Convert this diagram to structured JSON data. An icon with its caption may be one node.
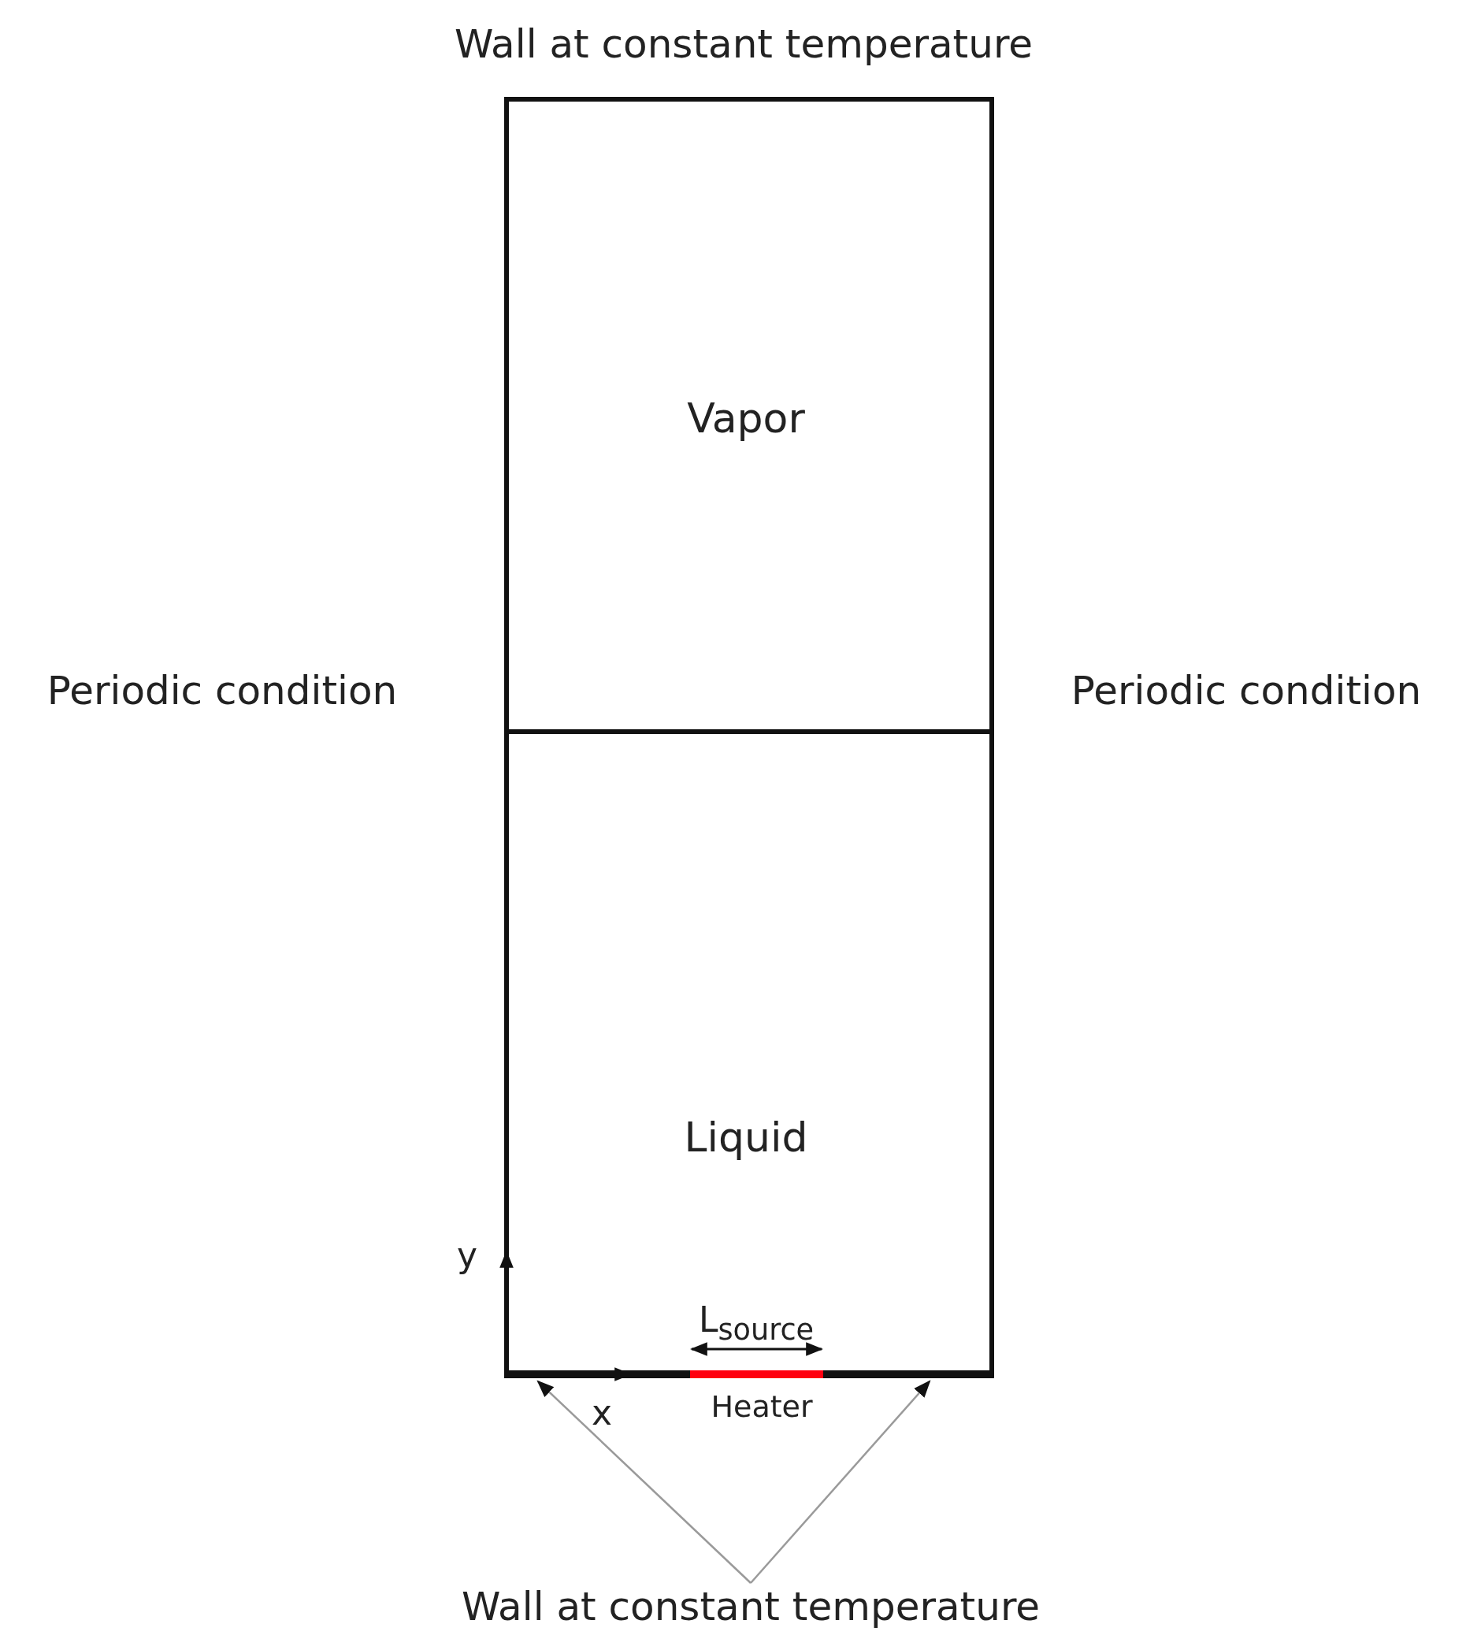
{
  "diagram": {
    "nodes": [
      {
        "text": [
          "Vapor"
        ]
      },
      {
        "text": [
          "Liquid"
        ]
      },
      {
        "text": [
          "Heater"
        ]
      },
      {
        "text": [
          "Wall at constant temperature"
        ]
      },
      {
        "text": [],
        "shape": "bar"
      },
      {
        "text": [],
        "shape": "bar"
      }
    ],
    "edges": [
      {
        "from": 3,
        "to": 4,
        "arrow": "to"
      },
      {
        "from": 3,
        "to": 5,
        "arrow": "to"
      }
    ],
    "labels": [
      "Wall at constant temperature",
      "Periodic condition",
      "Periodic condition",
      "y",
      "L$_{source}$",
      "x"
    ]
  }
}
